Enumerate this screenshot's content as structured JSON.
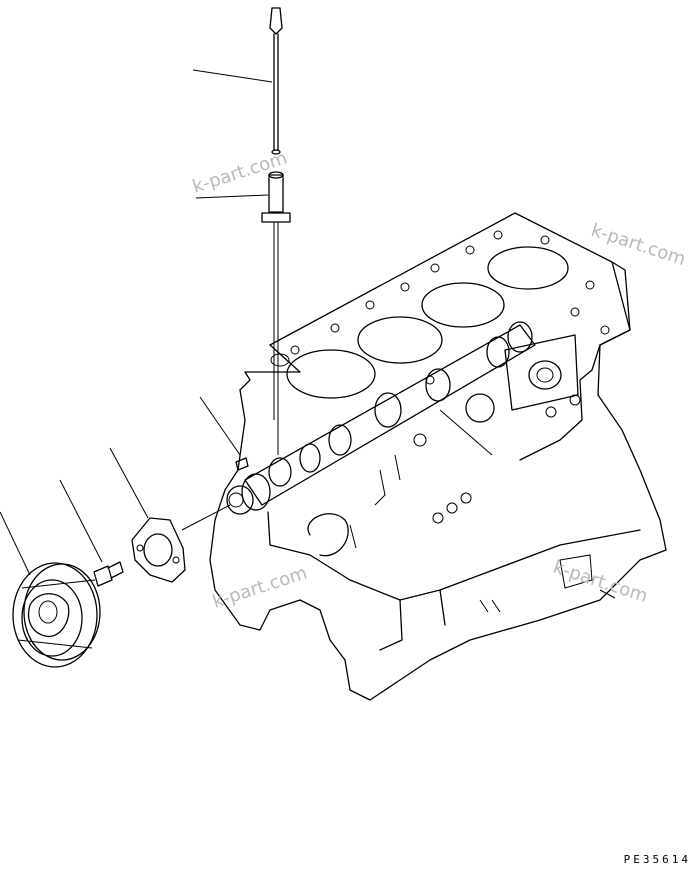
{
  "watermarks": [
    "k-part.com",
    "k-part.com",
    "k-part.com",
    "k-part.com"
  ],
  "drawing_code": "PE35614",
  "icons": {
    "dipstick": "oil-level-gauge",
    "tube": "gauge-guide-tube",
    "camshaft": "camshaft",
    "gear": "cam-gear",
    "plate": "thrust-plate",
    "bolt": "bolt",
    "key": "woodruff-key",
    "block": "cylinder-block"
  }
}
